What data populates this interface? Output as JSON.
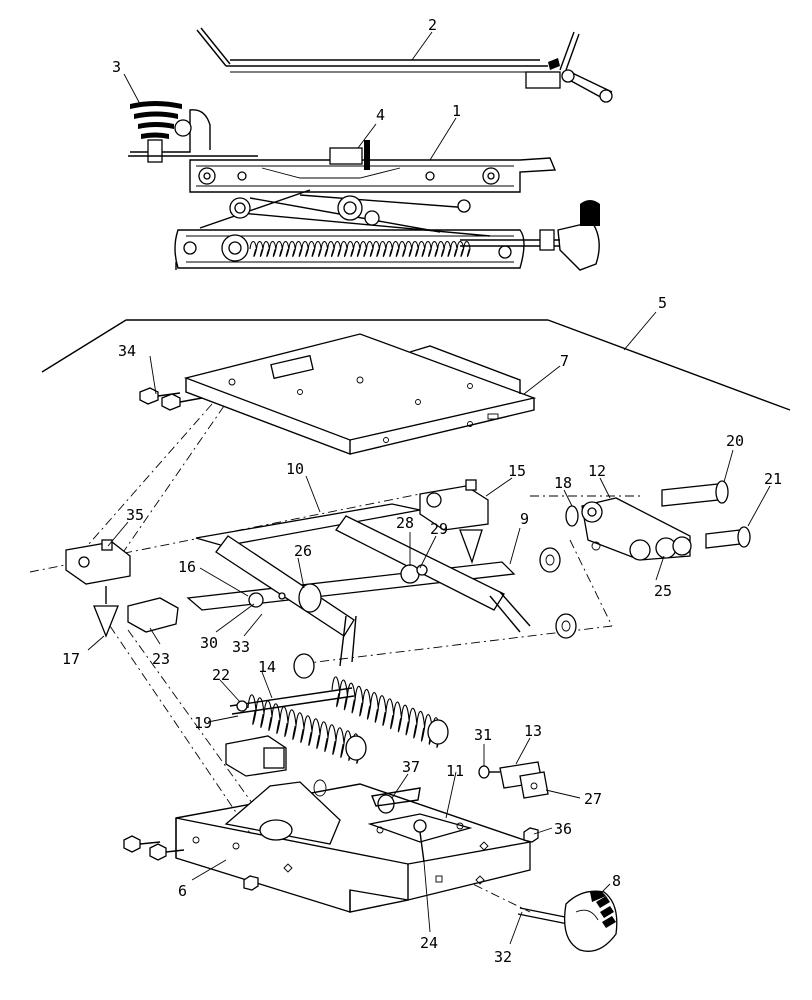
{
  "diagram": {
    "labels": [
      {
        "id": "1",
        "text": "1"
      },
      {
        "id": "2",
        "text": "2"
      },
      {
        "id": "3",
        "text": "3"
      },
      {
        "id": "4",
        "text": "4"
      },
      {
        "id": "5",
        "text": "5"
      },
      {
        "id": "6",
        "text": "6"
      },
      {
        "id": "7",
        "text": "7"
      },
      {
        "id": "8",
        "text": "8"
      },
      {
        "id": "9",
        "text": "9"
      },
      {
        "id": "10",
        "text": "10"
      },
      {
        "id": "11",
        "text": "11"
      },
      {
        "id": "12",
        "text": "12"
      },
      {
        "id": "13",
        "text": "13"
      },
      {
        "id": "14",
        "text": "14"
      },
      {
        "id": "15",
        "text": "15"
      },
      {
        "id": "16",
        "text": "16"
      },
      {
        "id": "17",
        "text": "17"
      },
      {
        "id": "18",
        "text": "18"
      },
      {
        "id": "19",
        "text": "19"
      },
      {
        "id": "20",
        "text": "20"
      },
      {
        "id": "21",
        "text": "21"
      },
      {
        "id": "22",
        "text": "22"
      },
      {
        "id": "23",
        "text": "23"
      },
      {
        "id": "24",
        "text": "24"
      },
      {
        "id": "25",
        "text": "25"
      },
      {
        "id": "26",
        "text": "26"
      },
      {
        "id": "27",
        "text": "27"
      },
      {
        "id": "28",
        "text": "28"
      },
      {
        "id": "29",
        "text": "29"
      },
      {
        "id": "30",
        "text": "30"
      },
      {
        "id": "31",
        "text": "31"
      },
      {
        "id": "32",
        "text": "32"
      },
      {
        "id": "33",
        "text": "33"
      },
      {
        "id": "34",
        "text": "34"
      },
      {
        "id": "35",
        "text": "35"
      },
      {
        "id": "36",
        "text": "36"
      },
      {
        "id": "37",
        "text": "37"
      }
    ]
  }
}
